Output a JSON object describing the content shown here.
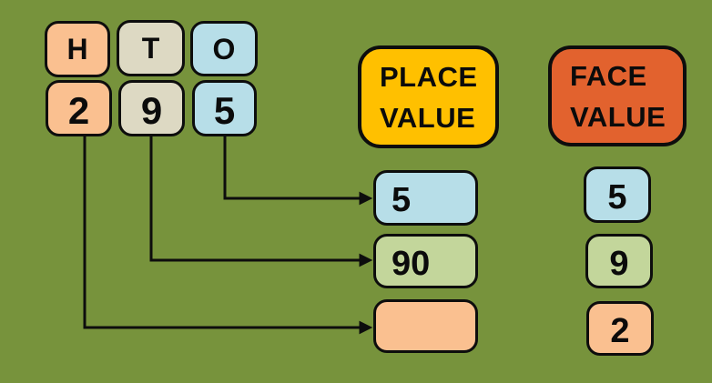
{
  "colors": {
    "background": "#77933c",
    "peach": "#fac090",
    "beige": "#ddd9c3",
    "blue": "#b7dee8",
    "green": "#c3d69b",
    "yellow": "#ffc000",
    "red": "#e2622e",
    "outline": "#0d0d0d"
  },
  "columns": [
    {
      "letter": "H",
      "digit": "2"
    },
    {
      "letter": "T",
      "digit": "9"
    },
    {
      "letter": "O",
      "digit": "5"
    }
  ],
  "headers": {
    "place_value": "PLACE VALUE",
    "face_value": "FACE VALUE"
  },
  "place_values": [
    "5",
    "90",
    ""
  ],
  "face_values": [
    "5",
    "9",
    "2"
  ]
}
